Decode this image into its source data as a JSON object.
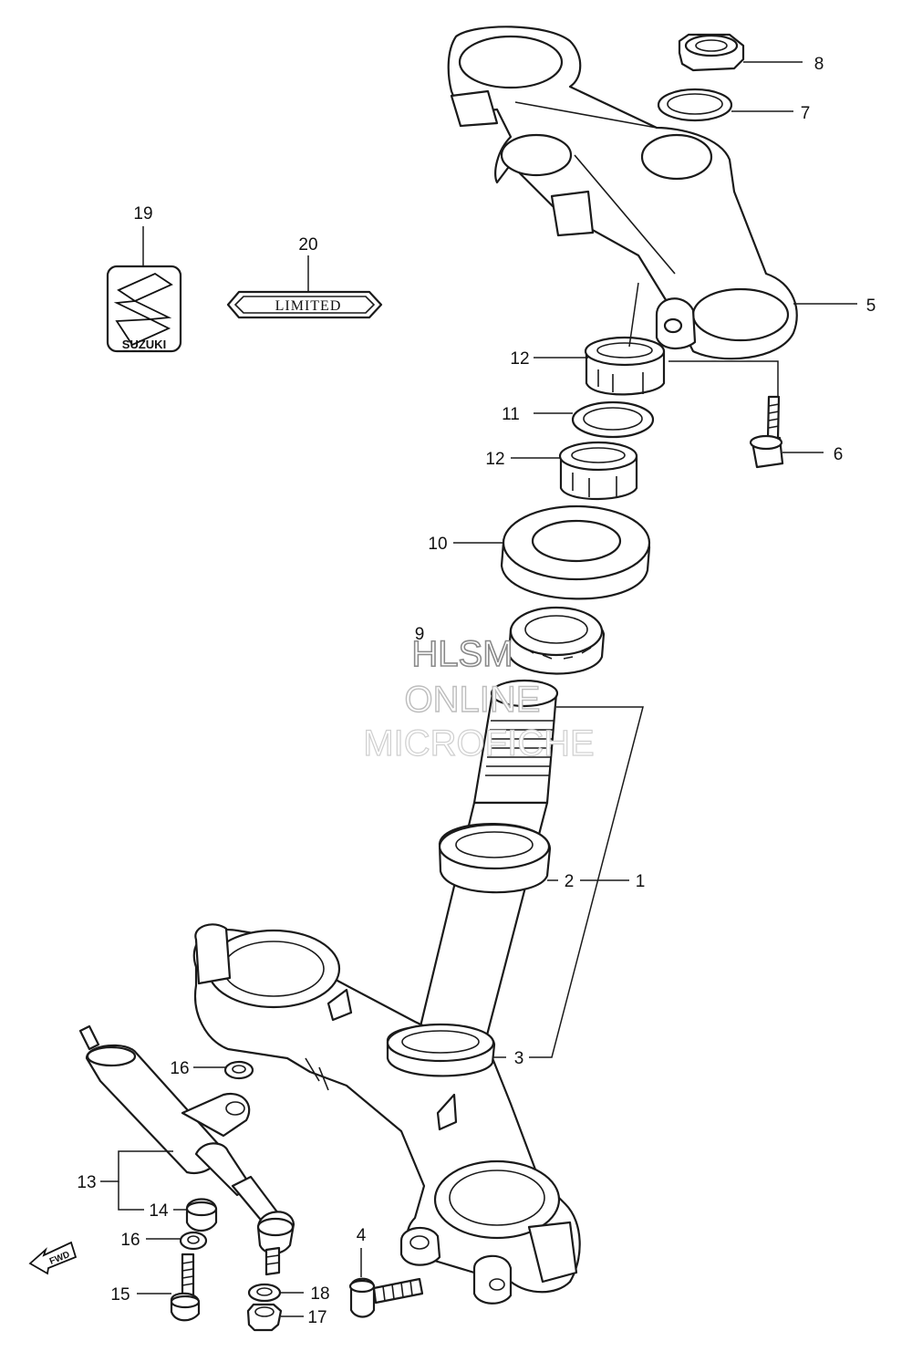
{
  "watermark": {
    "line1": "HLSM",
    "line2": "ONLINE",
    "line3": "MICROFICHE"
  },
  "emblem": {
    "brand": "SUZUKI",
    "icon": "suzuki-s-logo-icon"
  },
  "badge": {
    "text": "LIMITED"
  },
  "direction_marker": {
    "text": "FWD",
    "icon": "arrow-left-icon"
  },
  "callouts": [
    {
      "id": "c1",
      "label": "1"
    },
    {
      "id": "c2",
      "label": "2"
    },
    {
      "id": "c3",
      "label": "3"
    },
    {
      "id": "c4",
      "label": "4"
    },
    {
      "id": "c5",
      "label": "5"
    },
    {
      "id": "c6",
      "label": "6"
    },
    {
      "id": "c7",
      "label": "7"
    },
    {
      "id": "c8",
      "label": "8"
    },
    {
      "id": "c9",
      "label": "9"
    },
    {
      "id": "c10",
      "label": "10"
    },
    {
      "id": "c11",
      "label": "11"
    },
    {
      "id": "c12a",
      "label": "12"
    },
    {
      "id": "c12b",
      "label": "12"
    },
    {
      "id": "c13",
      "label": "13"
    },
    {
      "id": "c14",
      "label": "14"
    },
    {
      "id": "c15",
      "label": "15"
    },
    {
      "id": "c16a",
      "label": "16"
    },
    {
      "id": "c16b",
      "label": "16"
    },
    {
      "id": "c17",
      "label": "17"
    },
    {
      "id": "c18",
      "label": "18"
    },
    {
      "id": "c19",
      "label": "19"
    },
    {
      "id": "c20",
      "label": "20"
    }
  ]
}
